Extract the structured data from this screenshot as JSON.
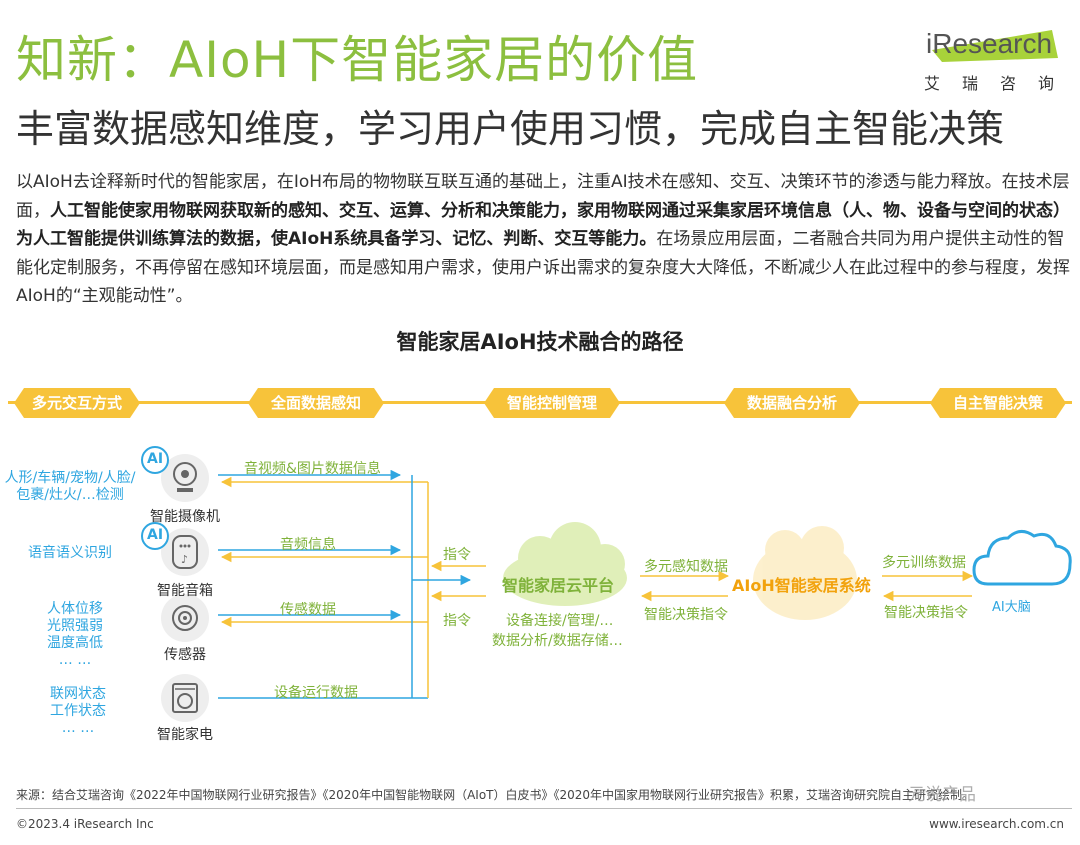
{
  "header": {
    "title": "知新：AIoH下智能家居的价值",
    "subtitle": "丰富数据感知维度，学习用户使用习惯，完成自主智能决策"
  },
  "logo": {
    "name": "iResearch",
    "cn": "艾瑞咨询"
  },
  "body": {
    "p1": "以AIoH去诠释新时代的智能家居，在IoH布局的物物联互联互通的基础上，注重AI技术在感知、交互、决策环节的渗透与能力释放。在技术层面，",
    "b1": "人工智能使家用物联网获取新的感知、交互、运算、分析和决策能力，家用物联网通过采集家居环境信息（人、物、设备与空间的状态）为人工智能提供训练算法的数据，使AIoH系统具备学习、记忆、判断、交互等能力。",
    "p2": "在场景应用层面，二者融合共同为用户提供主动性的智能化定制服务，不再停留在感知环境层面，而是感知用户需求，使用户诉出需求的复杂度大大降低，不断减少人在此过程中的参与程度，发挥AIoH的“主观能动性”。"
  },
  "chart": {
    "title": "智能家居AIoH技术融合的路径",
    "steps": [
      "多元交互方式",
      "全面数据感知",
      "智能控制管理",
      "数据融合分析",
      "自主智能决策"
    ],
    "sources": [
      {
        "text1": "人形/车辆/宠物/人脸/",
        "text2": "包裹/灶火/…检测"
      },
      {
        "text1": "语音语义识别"
      },
      {
        "text1": "人体位移",
        "text2": "光照强弱",
        "text3": "温度高低",
        "text4": "… …"
      },
      {
        "text1": "联网状态",
        "text2": "工作状态",
        "text3": "… …"
      }
    ],
    "devices": [
      "智能摄像机",
      "智能音箱",
      "传感器",
      "智能家电"
    ],
    "ai_badge": "AI",
    "flows": [
      "音视频&图片数据信息",
      "音频信息",
      "传感数据",
      "设备运行数据"
    ],
    "cmd": "指令",
    "platform": {
      "name": "智能家居云平台",
      "desc1": "设备连接/管理/…",
      "desc2": "数据分析/数据存储…"
    },
    "aioh": {
      "name": "AIoH智能家居系统",
      "to_label": "多元感知数据",
      "back_label": "智能决策指令"
    },
    "brain": {
      "name": "AI大脑",
      "to_label": "多元训练数据",
      "back_label": "智能决策指令"
    },
    "colors": {
      "green": "#8cbf3f",
      "yellow": "#f7c33a",
      "blue": "#2fa6e0",
      "orange": "#f2a20c"
    }
  },
  "footer": {
    "source": "来源：结合艾瑞咨询《2022年中国物联网行业研究报告》《2020年中国智能物联网（AIoT）白皮书》《2020年中国家用物联网行业研究报告》积累，艾瑞咨询研究院自主研究绘制。",
    "copyright": "©2023.4 iResearch Inc",
    "website": "www.iresearch.com.cn",
    "watermark": "元说产品"
  }
}
